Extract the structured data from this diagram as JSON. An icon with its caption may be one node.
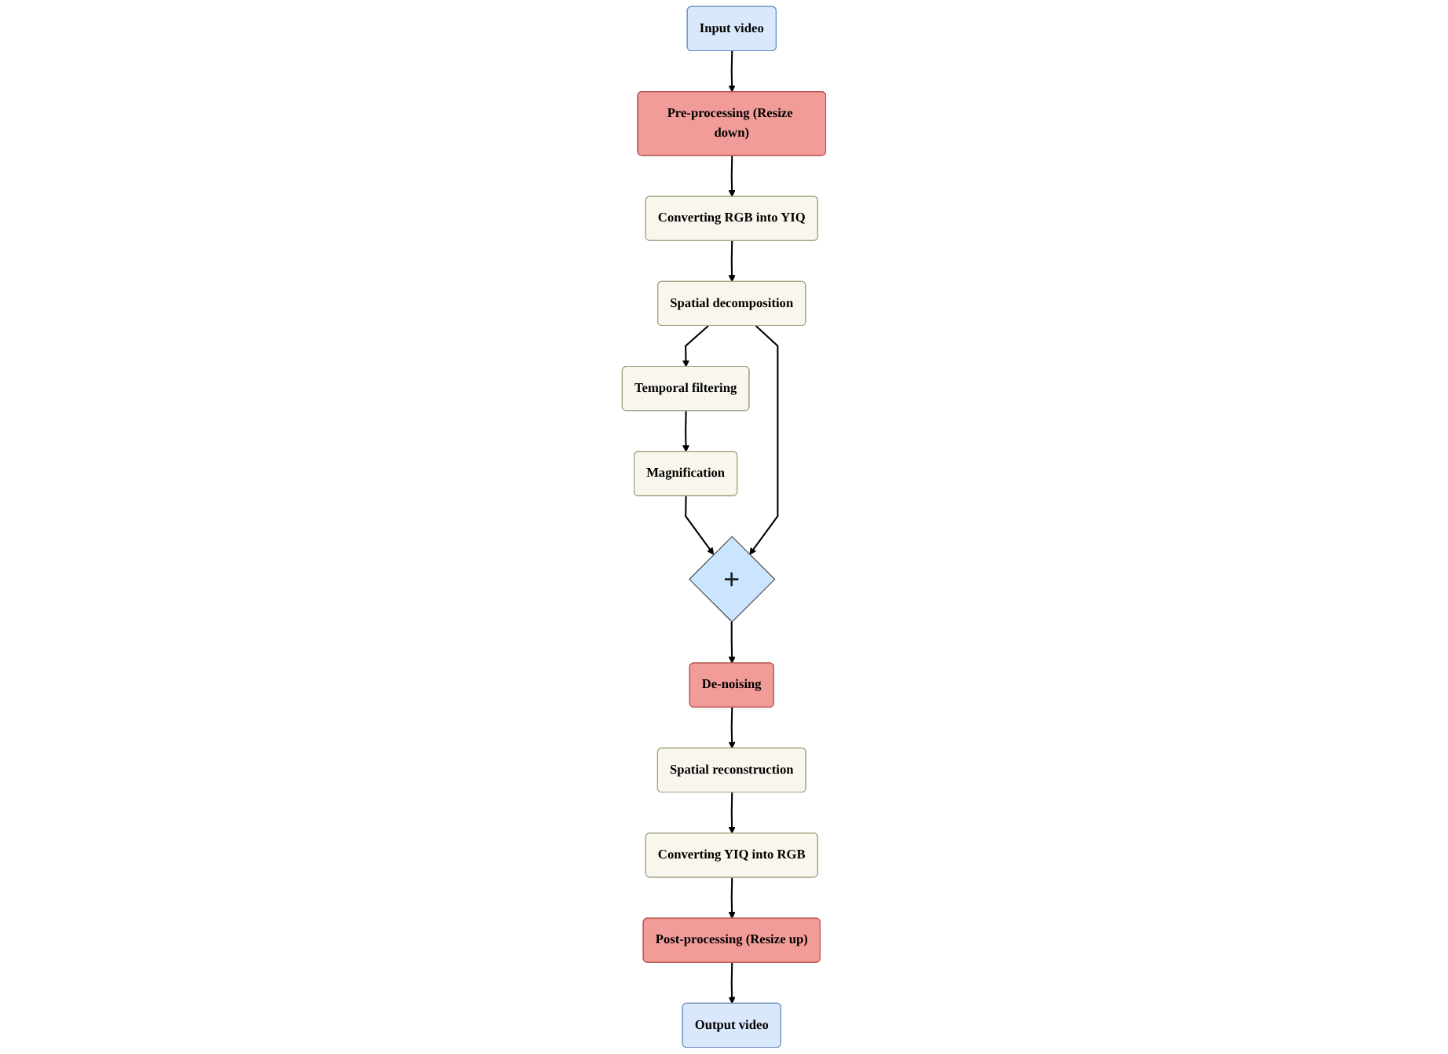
{
  "diagram": {
    "nodes": [
      {
        "text": [
          "Input video"
        ]
      },
      {
        "text": [
          "Pre-processing (Resize down)"
        ]
      },
      {
        "text": [
          "Converting RGB into YIQ"
        ]
      },
      {
        "text": [
          "Spatial decomposition"
        ]
      },
      {
        "text": [
          "Temporal filtering"
        ]
      },
      {
        "text": [
          "Magnification"
        ]
      },
      {
        "text": [
          "+"
        ]
      },
      {
        "text": [
          "De-noising"
        ]
      },
      {
        "text": [
          "Spatial reconstruction"
        ]
      },
      {
        "text": [
          "Converting YIQ into RGB"
        ]
      },
      {
        "text": [
          "Post-processing (Resize up)"
        ]
      },
      {
        "text": [
          "Output video"
        ]
      }
    ],
    "edges": [
      {
        "from": 0,
        "to": 1,
        "arrow": "to"
      },
      {
        "from": 1,
        "to": 2,
        "arrow": "to"
      },
      {
        "from": 2,
        "to": 3,
        "arrow": "to"
      },
      {
        "from": 3,
        "to": 4,
        "arrow": "to"
      },
      {
        "from": 4,
        "to": 5,
        "arrow": "to"
      },
      {
        "from": 5,
        "to": 6,
        "arrow": "to"
      },
      {
        "from": 3,
        "to": 6,
        "arrow": "to"
      },
      {
        "from": 6,
        "to": 7,
        "arrow": "to"
      },
      {
        "from": 7,
        "to": 8,
        "arrow": "to"
      },
      {
        "from": 8,
        "to": 9,
        "arrow": "to"
      },
      {
        "from": 9,
        "to": 10,
        "arrow": "to"
      },
      {
        "from": 10,
        "to": 11,
        "arrow": "to"
      }
    ]
  }
}
